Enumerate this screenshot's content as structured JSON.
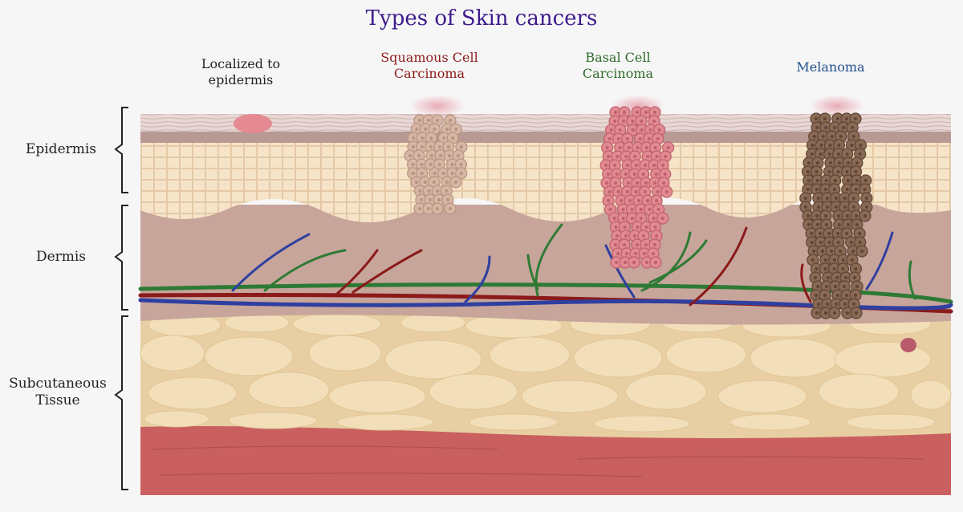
{
  "title": "Types of Skin cancers",
  "columns": [
    {
      "label_line1": "Localized to",
      "label_line2": "epidermis",
      "color": "#222222"
    },
    {
      "label_line1": "Squamous Cell",
      "label_line2": "Carcinoma",
      "color": "#8b1a1a"
    },
    {
      "label_line1": "Basal Cell",
      "label_line2": "Carcinoma",
      "color": "#2e6b2a"
    },
    {
      "label_line1": "Melanoma",
      "label_line2": "",
      "color": "#1f4f8a"
    }
  ],
  "layers": [
    {
      "label_line1": "Epidermis",
      "label_line2": ""
    },
    {
      "label_line1": "Dermis",
      "label_line2": ""
    },
    {
      "label_line1": "Subcutaneous",
      "label_line2": "Tissue"
    }
  ],
  "colors": {
    "epidermis_cells": "#f6e4c8",
    "stratum": "#d9c2bd",
    "dermis": "#c7a59b",
    "fat": "#f2dfba",
    "fat_bg": "#e8cfa3",
    "muscle": "#c9605f",
    "artery": "#8b1a1a",
    "vein": "#2f3fa0",
    "lymph": "#2e7a34",
    "squamous": "#d7b7a4",
    "basal": "#e08a92",
    "melanoma": "#8a6a55"
  }
}
